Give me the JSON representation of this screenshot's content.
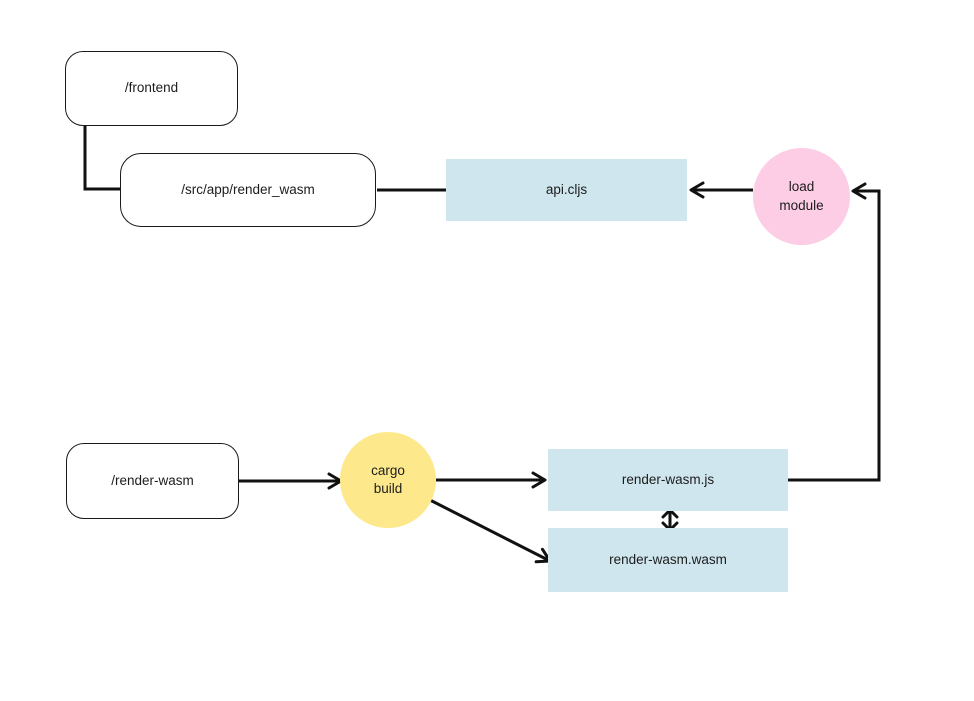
{
  "diagram": {
    "nodes": {
      "frontend": {
        "label": "/frontend",
        "shape": "rounded-rect",
        "fill": "#ffffff"
      },
      "src_app_render_wasm": {
        "label": "/src/app/render_wasm",
        "shape": "rounded-rect",
        "fill": "#ffffff"
      },
      "api_cljs": {
        "label": "api.cljs",
        "shape": "rect",
        "fill": "#cfe6ee"
      },
      "load_module": {
        "label": "load module",
        "shape": "circle",
        "fill": "#fdcde5"
      },
      "render_wasm_dir": {
        "label": "/render-wasm",
        "shape": "rounded-rect",
        "fill": "#ffffff"
      },
      "cargo_build": {
        "label": "cargo build",
        "shape": "circle",
        "fill": "#fde98c"
      },
      "render_wasm_js": {
        "label": "render-wasm.js",
        "shape": "rect",
        "fill": "#cfe6ee"
      },
      "render_wasm_wasm": {
        "label": "render-wasm.wasm",
        "shape": "rect",
        "fill": "#cfe6ee"
      }
    },
    "edges": [
      {
        "from": "frontend",
        "to": "src_app_render_wasm",
        "style": "elbow",
        "arrow": "none"
      },
      {
        "from": "src_app_render_wasm",
        "to": "api_cljs",
        "style": "straight",
        "arrow": "none"
      },
      {
        "from": "load_module",
        "to": "api_cljs",
        "style": "straight",
        "arrow": "end"
      },
      {
        "from": "render_wasm_js",
        "to": "load_module",
        "style": "elbow",
        "arrow": "end"
      },
      {
        "from": "render_wasm_dir",
        "to": "cargo_build",
        "style": "straight",
        "arrow": "end"
      },
      {
        "from": "cargo_build",
        "to": "render_wasm_js",
        "style": "straight",
        "arrow": "end"
      },
      {
        "from": "cargo_build",
        "to": "render_wasm_wasm",
        "style": "diagonal",
        "arrow": "end"
      },
      {
        "from": "render_wasm_js",
        "to": "render_wasm_wasm",
        "style": "straight",
        "arrow": "both"
      }
    ],
    "colors": {
      "node-blue": "#cfe6ee",
      "node-pink": "#fdcde5",
      "node-yellow": "#fde98c",
      "edge": "#111111",
      "outline": "#1a1a1a",
      "text": "#1c1c1c",
      "background": "#ffffff"
    }
  }
}
